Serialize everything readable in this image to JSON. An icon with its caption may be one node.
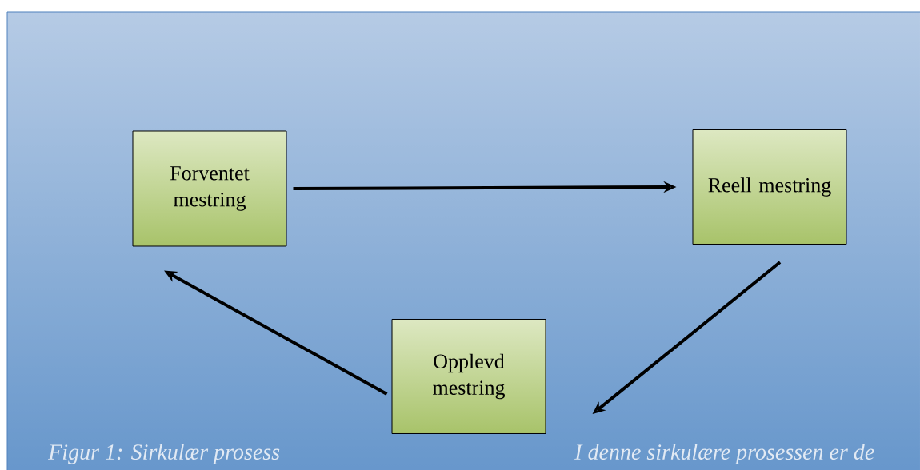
{
  "diagram": {
    "nodes": [
      {
        "text": [
          "Forventet mestring"
        ]
      },
      {
        "text": [
          "Reell mestring"
        ]
      },
      {
        "text": [
          "Opplevd mestring"
        ]
      }
    ],
    "edges": [
      {
        "from": 0,
        "to": 1,
        "arrow": "to"
      },
      {
        "from": 1,
        "to": 2,
        "arrow": "to"
      },
      {
        "from": 2,
        "to": 0,
        "arrow": "to"
      }
    ],
    "labels": [
      "Figur 1: Sirkulær prosess",
      "I denne sirkulære prosessen er de"
    ]
  }
}
